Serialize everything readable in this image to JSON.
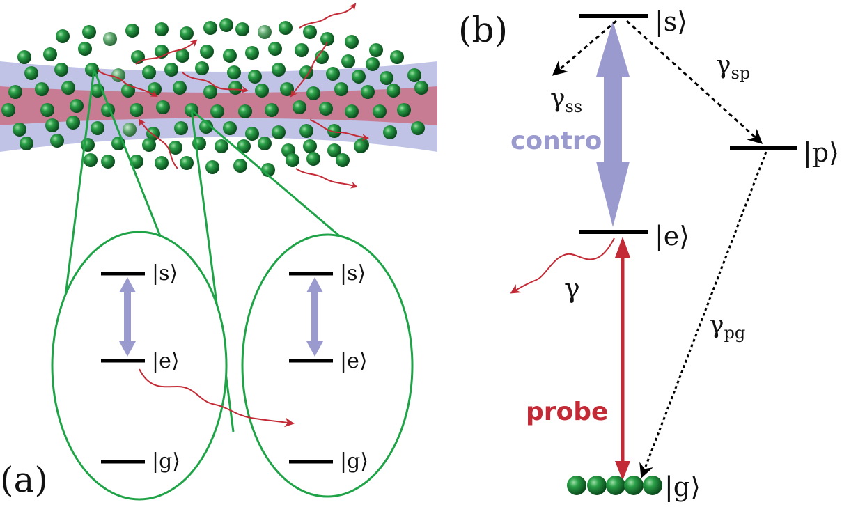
{
  "panel_a": {
    "label": "(a)",
    "left_inset": {
      "levels": [
        "|s⟩",
        "|e⟩",
        "|g⟩"
      ]
    },
    "right_inset": {
      "levels": [
        "|s⟩",
        "|e⟩",
        "|g⟩"
      ]
    }
  },
  "panel_b": {
    "label": "(b)",
    "levels": {
      "s": "|s⟩",
      "e": "|e⟩",
      "p": "|p⟩",
      "g": "|g⟩"
    },
    "control_label": "control",
    "probe_label": "probe",
    "rates": {
      "gamma": "γ",
      "gamma_ss": "γ",
      "gamma_ss_sub": "ss",
      "gamma_sp": "γ",
      "gamma_sp_sub": "sp",
      "gamma_pg": "γ",
      "gamma_pg_sub": "pg"
    }
  },
  "colors": {
    "atom": "#1f8a3a",
    "inset_outline": "#1fa347",
    "control": "#9a9acf",
    "probe": "#c42a35",
    "beam_outer": "#b5b9e0",
    "beam_core": "#c97086",
    "level": "#000000"
  }
}
